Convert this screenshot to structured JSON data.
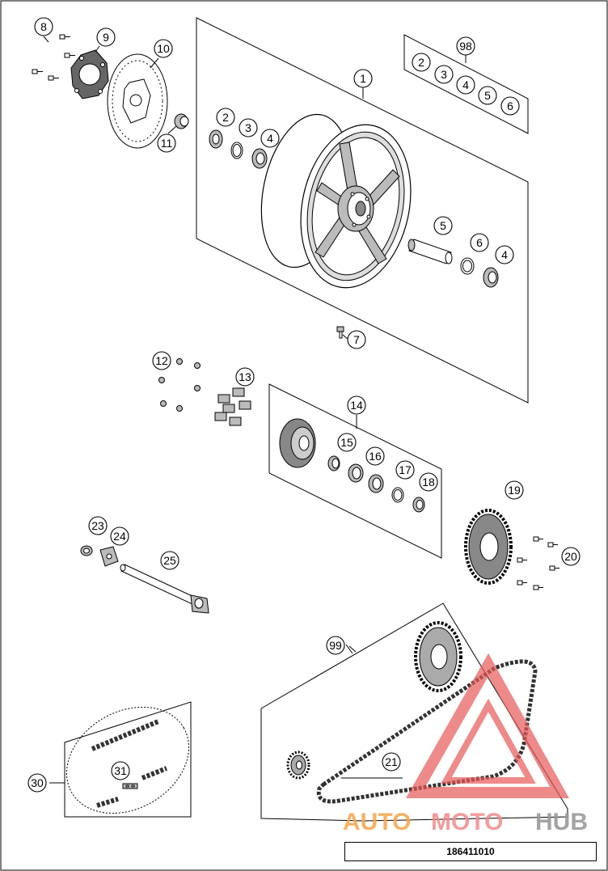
{
  "diagram": {
    "callouts": {
      "c1": "1",
      "c2a": "2",
      "c3a": "3",
      "c4a": "4",
      "c5a": "5",
      "c6a": "6",
      "c4b": "4",
      "c7": "7",
      "c8": "8",
      "c9": "9",
      "c10": "10",
      "c11": "11",
      "c12": "12",
      "c13": "13",
      "c14": "14",
      "c15": "15",
      "c16": "16",
      "c17": "17",
      "c18": "18",
      "c19": "19",
      "c20": "20",
      "c21": "21",
      "c23": "23",
      "c24": "24",
      "c25": "25",
      "c30": "30",
      "c31": "31",
      "c98": "98",
      "c99": "99",
      "k2": "2",
      "k3": "3",
      "k4": "4",
      "k5": "5",
      "k6": "6"
    },
    "drawing_number": "186411010"
  },
  "watermark": {
    "part1": "AUTO",
    "part2": "MOTO",
    "part3": "HUB",
    "colors": {
      "auto": "#f5a44a",
      "moto": "#f28b8b",
      "hub": "#9a9a9a",
      "triangle": "#e85a5a"
    }
  }
}
